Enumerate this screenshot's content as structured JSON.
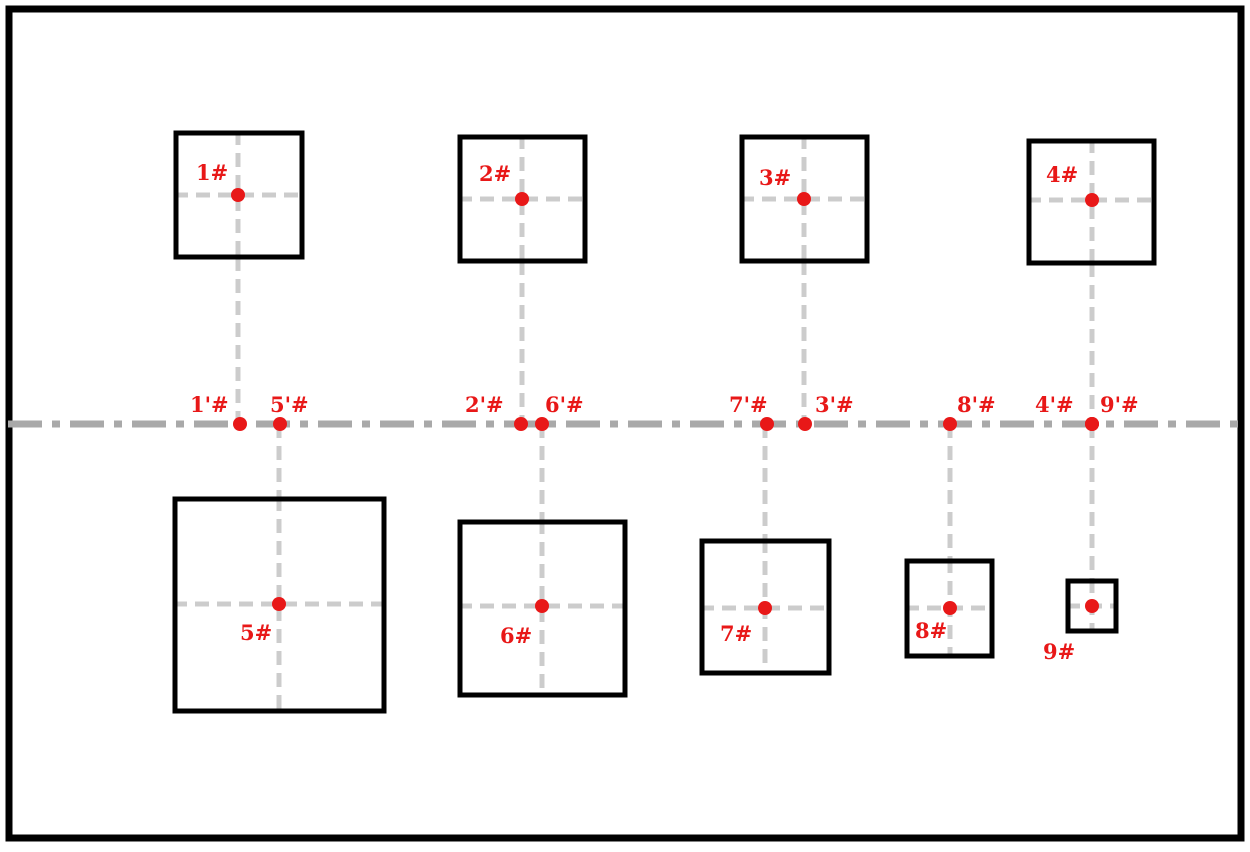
{
  "diagram": {
    "colors": {
      "frame": "#000000",
      "square": "#000000",
      "guide": "#cccccc",
      "axis": "#a9a9a9",
      "point": "#e81818",
      "label": "#e81818"
    },
    "top_squares": [
      {
        "id": "1",
        "label": "1#"
      },
      {
        "id": "2",
        "label": "2#"
      },
      {
        "id": "3",
        "label": "3#"
      },
      {
        "id": "4",
        "label": "4#"
      }
    ],
    "bottom_squares": [
      {
        "id": "5",
        "label": "5#"
      },
      {
        "id": "6",
        "label": "6#"
      },
      {
        "id": "7",
        "label": "7#"
      },
      {
        "id": "8",
        "label": "8#"
      },
      {
        "id": "9",
        "label": "9#"
      }
    ],
    "axis_points": [
      {
        "id": "1p",
        "label": "1'#"
      },
      {
        "id": "5p",
        "label": "5'#"
      },
      {
        "id": "2p",
        "label": "2'#"
      },
      {
        "id": "6p",
        "label": "6'#"
      },
      {
        "id": "7p",
        "label": "7'#"
      },
      {
        "id": "3p",
        "label": "3'#"
      },
      {
        "id": "8p",
        "label": "8'#"
      },
      {
        "id": "4p",
        "label": "4'#"
      },
      {
        "id": "9p",
        "label": "9'#"
      }
    ]
  }
}
